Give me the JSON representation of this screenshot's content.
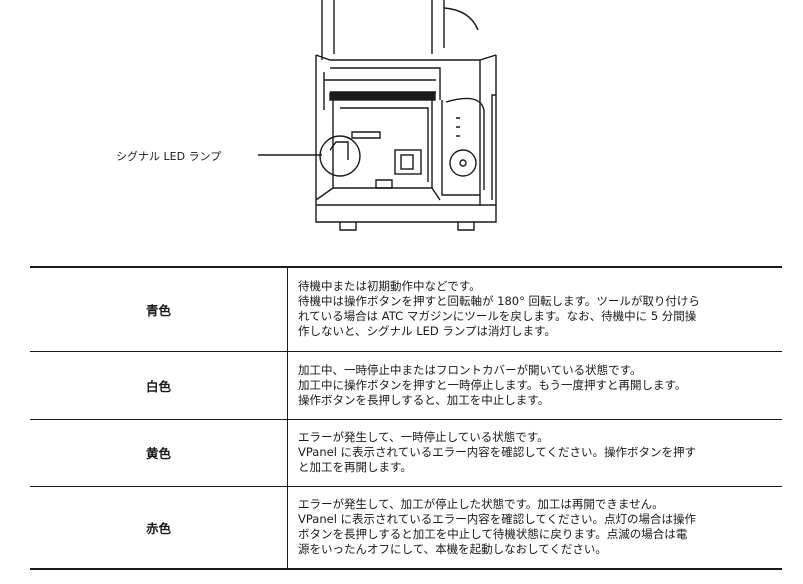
{
  "figure": {
    "callout_label": "シグナル LED ランプ"
  },
  "status_table": {
    "rows": [
      {
        "color": "青色",
        "lines": [
          "待機中または初期動作中などです。",
          "待機中は操作ボタンを押すと回転軸が 180°  回転します。ツールが取り付けら",
          "れている場合は ATC マガジンにツールを戻します。なお、待機中に 5 分間操",
          "作しないと、シグナル LED ランプは消灯します。"
        ]
      },
      {
        "color": "白色",
        "lines": [
          "加工中、一時停止中またはフロントカバーが開いている状態です。",
          "加工中に操作ボタンを押すと一時停止します。もう一度押すと再開します。",
          "操作ボタンを長押しすると、加工を中止します。"
        ]
      },
      {
        "color": "黄色",
        "lines": [
          "エラーが発生して、一時停止している状態です。",
          "VPanel に表示されているエラー内容を確認してください。操作ボタンを押す",
          "と加工を再開します。"
        ]
      },
      {
        "color": "赤色",
        "lines": [
          "エラーが発生して、加工が停止した状態です。加工は再開できません。",
          "VPanel に表示されているエラー内容を確認してください。点灯の場合は操作",
          "ボタンを長押しすると加工を中止して待機状態に戻ります。点滅の場合は電",
          "源をいったんオフにして、本機を起動しなおしてください。"
        ]
      }
    ]
  }
}
